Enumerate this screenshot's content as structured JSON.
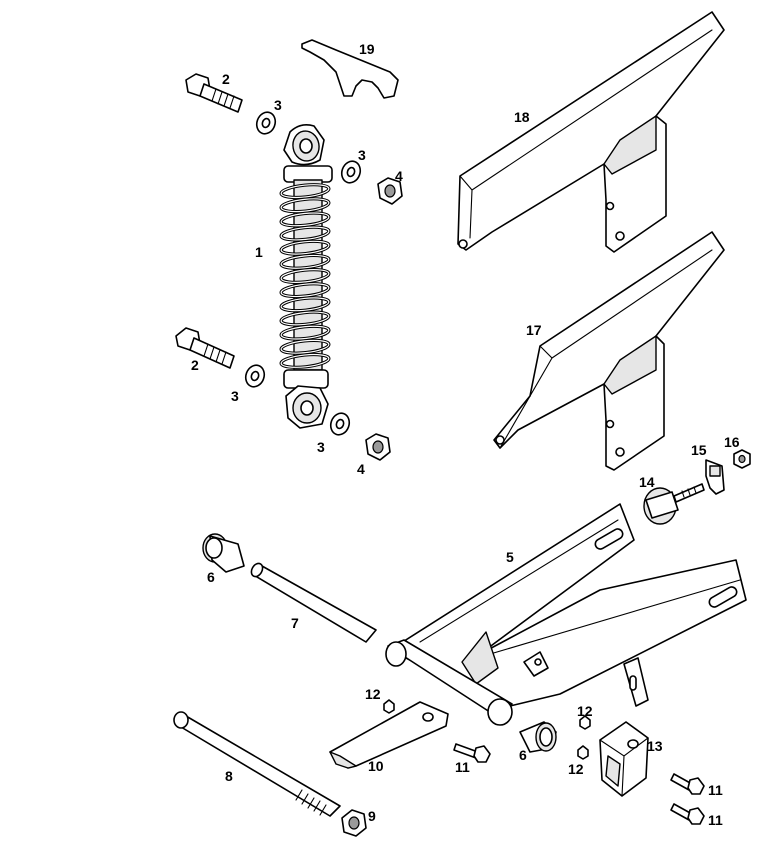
{
  "callouts": {
    "c1": "1",
    "c2a": "2",
    "c2b": "2",
    "c3a": "3",
    "c3b": "3",
    "c3c": "3",
    "c3d": "3",
    "c4a": "4",
    "c4b": "4",
    "c5": "5",
    "c6a": "6",
    "c6b": "6",
    "c7": "7",
    "c8": "8",
    "c9": "9",
    "c10": "10",
    "c11a": "11",
    "c11b": "11",
    "c11c": "11",
    "c12a": "12",
    "c12b": "12",
    "c12c": "12",
    "c13": "13",
    "c14": "14",
    "c15": "15",
    "c16": "16",
    "c17": "17",
    "c18": "18",
    "c19": "19"
  }
}
